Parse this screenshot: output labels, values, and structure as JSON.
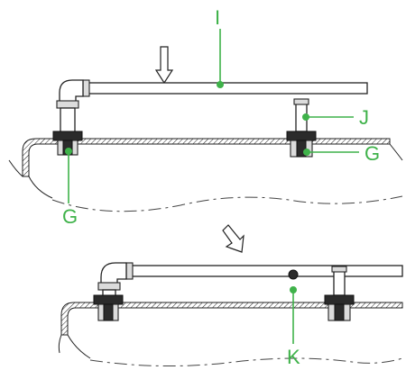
{
  "labels": {
    "I": "I",
    "J": "J",
    "G_right": "G",
    "G_left": "G",
    "K": "K"
  },
  "colors": {
    "callout_green": "#3fb24a",
    "line_black": "#222222"
  }
}
